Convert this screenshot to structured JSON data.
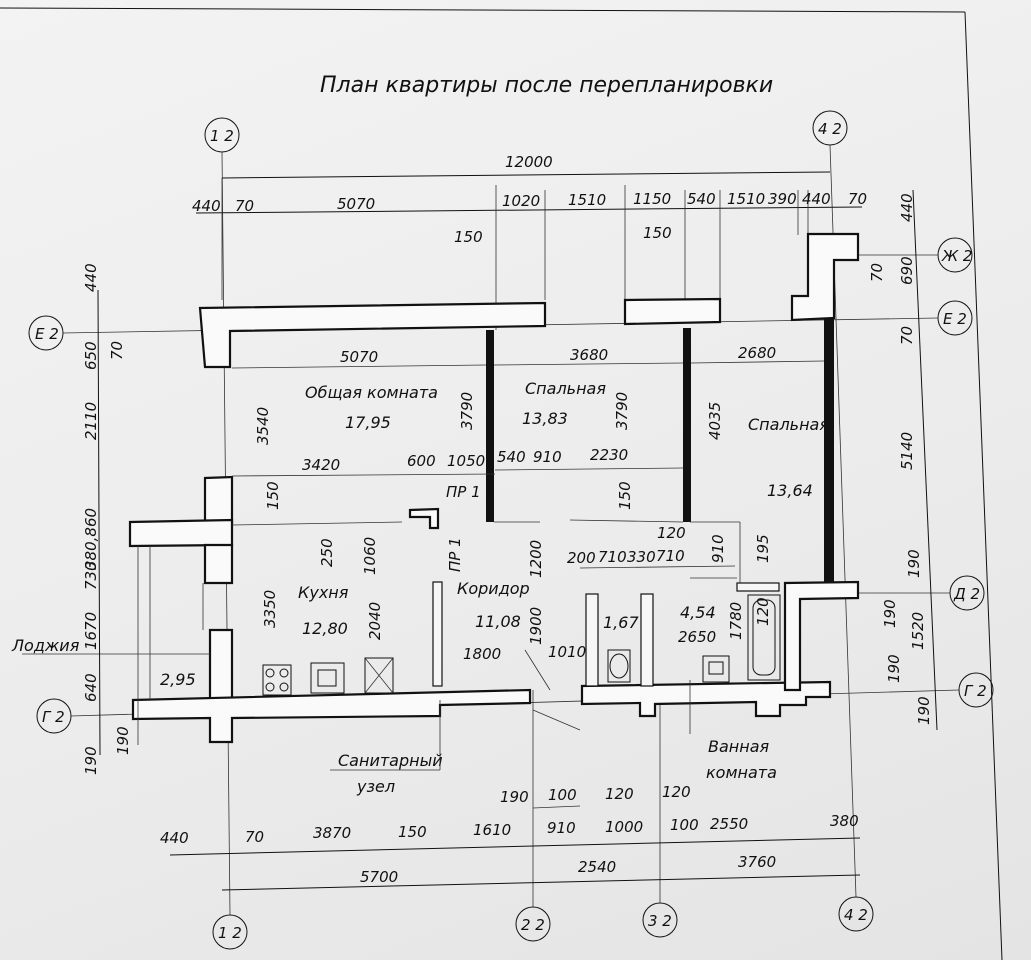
{
  "title": "План квартиры после перепланировки",
  "axes": {
    "top_left": "1 2",
    "top_right": "4 2",
    "bottom": [
      "1 2",
      "2 2",
      "3 2",
      "4 2"
    ],
    "left_e": "Е 2",
    "left_g": "Г 2",
    "right_zh": "Ж 2",
    "right_e": "Е 2",
    "right_d": "Д 2",
    "right_g": "Г 2"
  },
  "rooms": {
    "living_name": "Общая комната",
    "living_area": "17,95",
    "bed1_name": "Спальная",
    "bed1_area": "13,83",
    "bed2_name": "Спальная",
    "bed2_area": "13,64",
    "kitchen_name": "Кухня",
    "kitchen_area": "12,80",
    "corridor_name": "Коридор",
    "corridor_area": "11,08",
    "wc_area": "1,67",
    "bath_area": "4,54",
    "loggia_name": "Лоджия",
    "loggia_area": "2,95",
    "sanitary_line1": "Санитарный",
    "sanitary_line2": "узел",
    "bathroom_line1": "Ванная",
    "bathroom_line2": "комната",
    "opening1": "ПР 1",
    "opening2": "ПР 1"
  },
  "dims_top": {
    "total": "12000",
    "d440a": "440",
    "d70a": "70",
    "d5070": "5070",
    "d1020": "1020",
    "d1510a": "1510",
    "d1150": "1150",
    "d540": "540",
    "d1510b": "1510",
    "d390": "390",
    "d440b": "440",
    "d70b": "70",
    "d150a": "150",
    "d150b": "150"
  },
  "dims_inner": {
    "d5070": "5070",
    "d3680": "3680",
    "d2680": "2680",
    "d3540": "3540",
    "d3790a": "3790",
    "d3790b": "3790",
    "d4035": "4035",
    "d3420": "3420",
    "d600": "600",
    "d1050": "1050",
    "d540": "540",
    "d910": "910",
    "d2230": "2230",
    "d150c": "150",
    "d150d": "150",
    "d250": "250",
    "d1060": "1060",
    "d1200": "1200",
    "d120a": "120",
    "d910b": "910",
    "d195": "195",
    "d200": "200",
    "d710a": "710",
    "d330": "330",
    "d710b": "710",
    "d3350": "3350",
    "d2040": "2040",
    "d1900": "1900",
    "d1800": "1800",
    "d1010": "1010",
    "d2650": "2650",
    "d1780": "1780",
    "d120b": "120"
  },
  "dims_left": {
    "d440": "440",
    "d650": "650",
    "d70": "70",
    "d2110": "2110",
    "d380_860": "380,860",
    "d730": "730",
    "d1670": "1670",
    "d640": "640",
    "d190a": "190",
    "d190b": "190"
  },
  "dims_right": {
    "d440": "440",
    "d70a": "70",
    "d690": "690",
    "d70b": "70",
    "d5140": "5140",
    "d190a": "190",
    "d190b": "190",
    "d1520": "1520",
    "d190c": "190",
    "d190d": "190"
  },
  "dims_bottom": {
    "d190": "190",
    "d100a": "100",
    "d120a": "120",
    "d120b": "120",
    "d440": "440",
    "d70": "70",
    "d3870": "3870",
    "d150": "150",
    "d1610": "1610",
    "d910": "910",
    "d1000": "1000",
    "d100b": "100",
    "d2550": "2550",
    "d380": "380",
    "d5700": "5700",
    "d2540": "2540",
    "d3760": "3760"
  }
}
